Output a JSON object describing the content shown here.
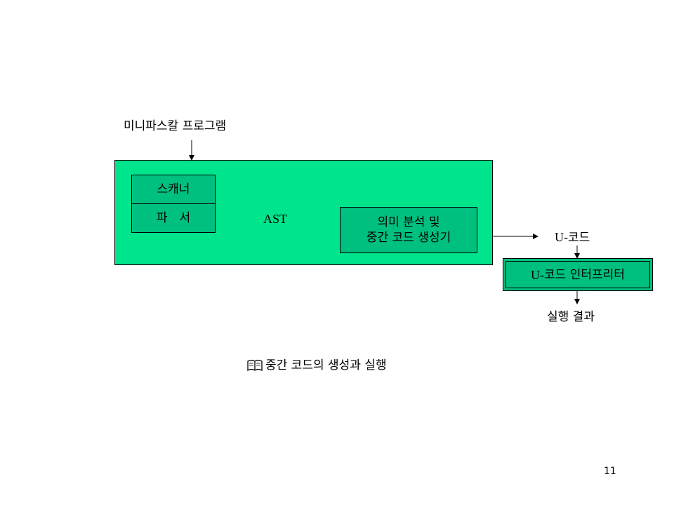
{
  "diagram": {
    "input_label": "미니파스칼 프로그램",
    "compiler_box": {
      "scanner": "스캐너",
      "parser": "파　서",
      "ast_label": "AST",
      "semantic_line1": "의미 분석 및",
      "semantic_line2": "중간 코드 생성기"
    },
    "ucode_label_prefix": "U-",
    "ucode_label_suffix": "코드",
    "interpreter_prefix": "U-",
    "interpreter_suffix": "코드 인터프리터",
    "result_label": "실행 결과",
    "colors": {
      "box_fill": "#00e58c",
      "inner_fill": "#00c080",
      "interpreter_fill": "#00c080"
    }
  },
  "caption": {
    "icon": "open-book-icon",
    "text": "중간 코드의 생성과 실행"
  },
  "page_number": "11"
}
